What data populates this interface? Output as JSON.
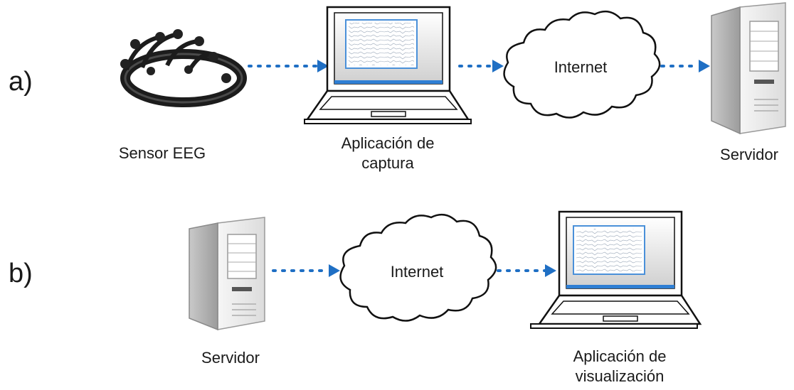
{
  "rows": [
    {
      "label": "a)"
    },
    {
      "label": "b)"
    }
  ],
  "row_a": {
    "sensor_caption": "Sensor EEG",
    "capture_caption_line1": "Aplicación de",
    "capture_caption_line2": "captura",
    "cloud_label": "Internet",
    "server_caption": "Servidor"
  },
  "row_b": {
    "server_caption": "Servidor",
    "cloud_label": "Internet",
    "viz_caption_line1": "Aplicación de",
    "viz_caption_line2": "visualización"
  },
  "colors": {
    "arrow": "#1f6fc4",
    "line": "#111111",
    "screen_border": "#4a90d9",
    "server_light": "#f2f2f2",
    "server_dark": "#a9a9a9"
  }
}
